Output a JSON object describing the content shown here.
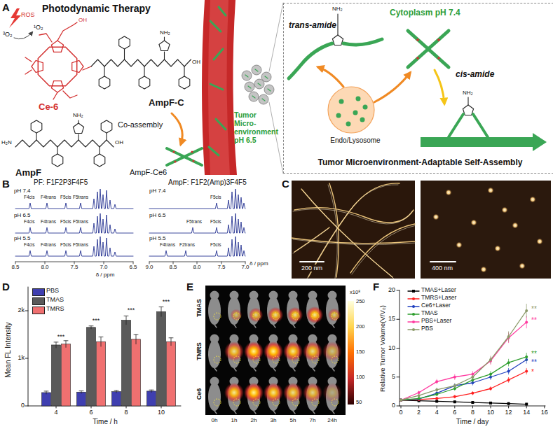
{
  "diagram": {
    "nodes": [
      {
        "text": [
          "Tumor Microenvironment-Adaptable Self-Assembly"
        ]
      },
      {
        "text": [
          "Endo/Lysosome"
        ],
        "in": 0
      }
    ],
    "labels": [
      "A",
      "Photodynamic Therapy",
      "ROS",
      "¹O₂",
      "³O₂",
      "Ce-6",
      "AmpF-C",
      "AmpF",
      "Co-assembly",
      "AmpF-Ce6",
      "Tumor Micro-environment pH 6.5",
      "NH₂",
      "OH",
      "NH₂",
      "H₂N",
      "OH",
      "OH",
      "trans-amide",
      "NH₂",
      "Cytoplasm pH 7.4",
      "cis-amide",
      "NH₂",
      "B",
      "PF: F1F2P3F4F5",
      "AmpF: F1F2(Amp)3F4F5",
      "pH 7.4",
      "pH 6.5",
      "pH 5.5",
      "pH 7.4",
      "pH 6.5",
      "pH 5.5",
      "F4cis",
      "F4trans",
      "F5cis",
      "F5trans",
      "F4cis",
      "F4trans",
      "F5cis",
      "F5trans",
      "F4cis",
      "F4trans",
      "F5cis",
      "F5trans",
      "F5cis",
      "F5trans",
      "F5cis",
      "F4trans",
      "F2trans",
      "F5cis",
      "8.5",
      "8.0",
      "7.5",
      "7.0",
      "6.5",
      "δ / ppm",
      "9.0",
      "8.5",
      "8.0",
      "7.5",
      "7.0",
      "δ / ppm",
      "C",
      "200 nm",
      "400 nm",
      "D",
      "0",
      "1k",
      "2k",
      "Mean FL Intensity",
      "4",
      "6",
      "8",
      "10",
      "Time / h",
      "***",
      "***",
      "***",
      "***",
      "E",
      "TMAS",
      "TMRS",
      "Ce6",
      "0h",
      "1h",
      "2h",
      "3h",
      "5h",
      "7h",
      "24h",
      "250",
      "200",
      "150",
      "100",
      "50",
      "x10⁸",
      "F",
      "Relative Tumor Volume(V/V₀)",
      "0",
      "5",
      "10",
      "15",
      "20",
      "0",
      "2",
      "4",
      "6",
      "8",
      "10",
      "12",
      "14",
      "16",
      "Time / day",
      "**",
      "**",
      "**",
      "**",
      "*"
    ],
    "legend": [
      {
        "text": "PBS",
        "color": "#3f3fb0"
      },
      {
        "text": "TMAS",
        "color": "#5a5a5a"
      },
      {
        "text": "TMRS",
        "color": "#f07070"
      },
      {
        "text": "TMAS+Laser"
      },
      {
        "text": "TMRS+Laser"
      },
      {
        "text": "Ce6+Laser"
      },
      {
        "text": "TMAS"
      },
      {
        "text": "PBS+Laser"
      },
      {
        "text": "PBS"
      }
    ]
  }
}
